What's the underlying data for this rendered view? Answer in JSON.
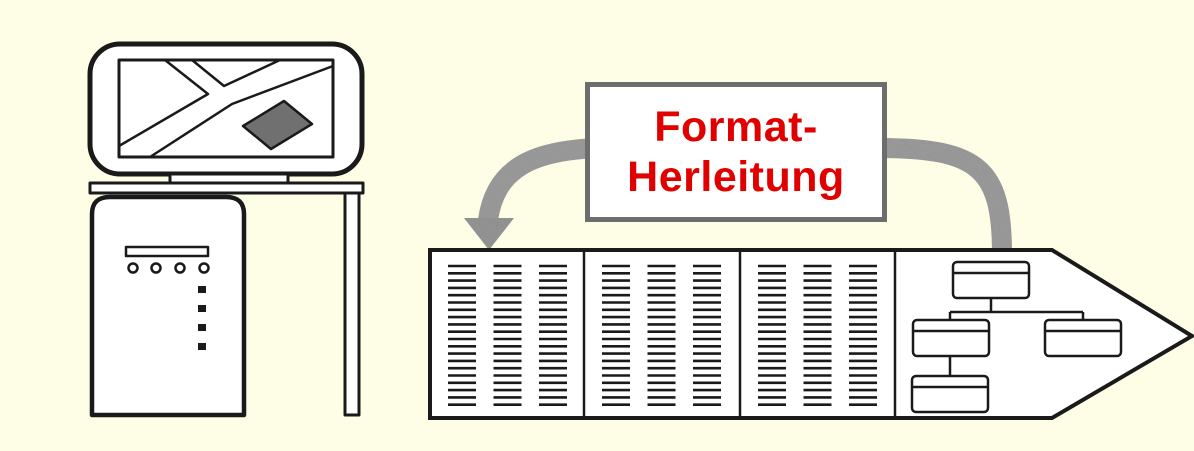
{
  "diagram": {
    "label_lines": [
      "Format-",
      "Herleitung"
    ],
    "colors": {
      "background": "#fefde6",
      "label_text": "#e00000",
      "label_border": "#6d6d6d",
      "arrow": "#9a9a9a",
      "line_art": "#1a1a1a",
      "map_diamond": "#707070"
    },
    "document_pages": 3,
    "text_columns_per_page": 3,
    "text_lines_per_column": 20,
    "tree_nodes": 4
  }
}
